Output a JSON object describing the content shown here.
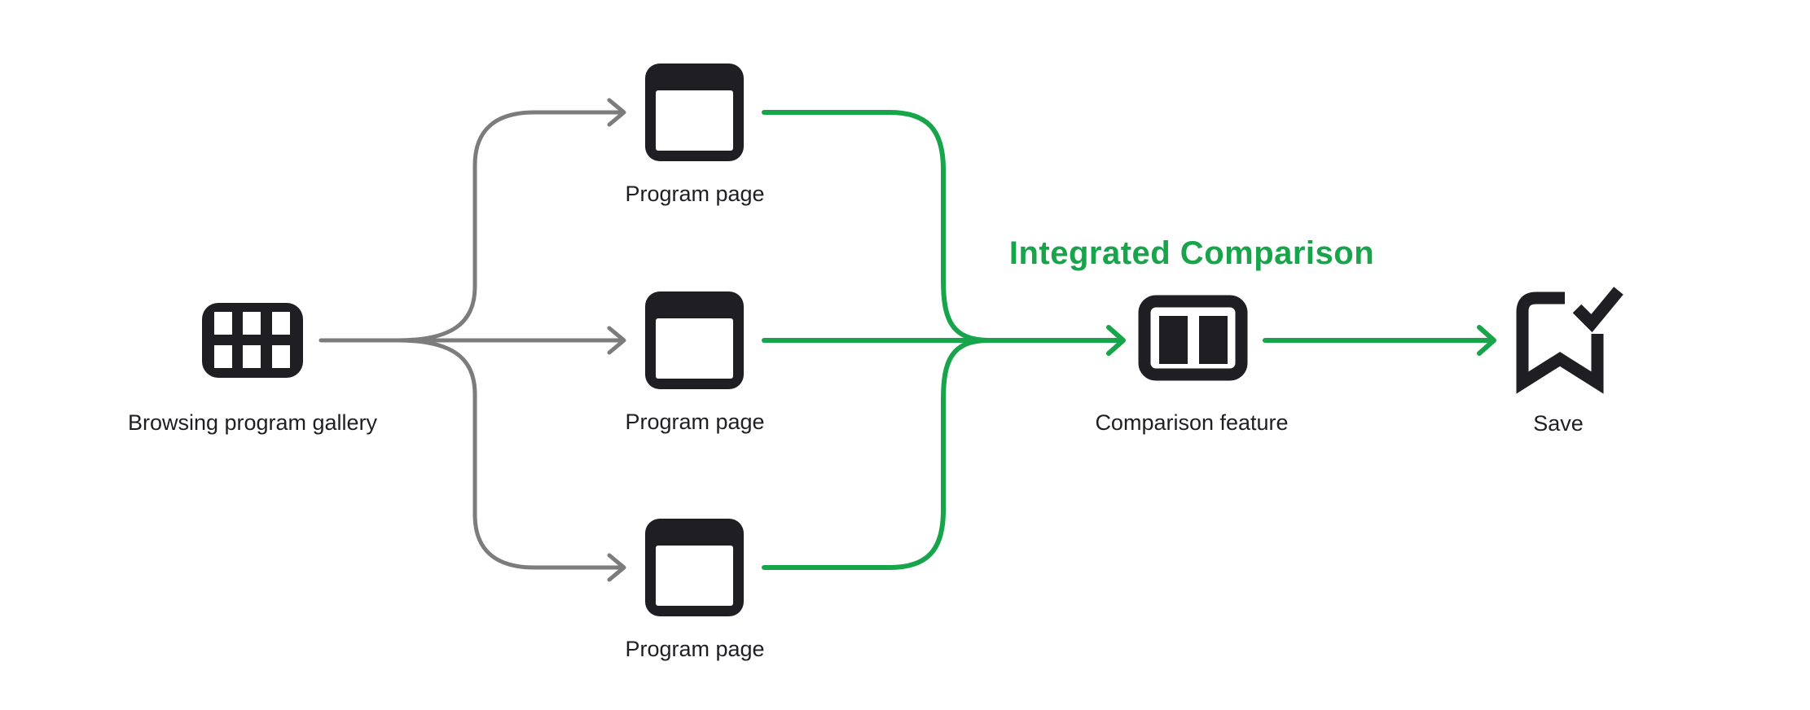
{
  "colors": {
    "background": "#FFFFFF",
    "ink": "#1F1E23",
    "gray": "#7C7C7C",
    "green": "#17A44B"
  },
  "diagram": {
    "title": "Integrated Comparison",
    "nodes": {
      "gallery": {
        "label": "Browsing program gallery",
        "icon": "grid-gallery-icon"
      },
      "program_pages": [
        {
          "label": "Program page",
          "icon": "browser-window-icon"
        },
        {
          "label": "Program page",
          "icon": "browser-window-icon"
        },
        {
          "label": "Program page",
          "icon": "browser-window-icon"
        }
      ],
      "comparison": {
        "label": "Comparison feature",
        "icon": "split-panels-icon"
      },
      "save": {
        "label": "Save",
        "icon": "bookmark-check-icon"
      }
    }
  }
}
